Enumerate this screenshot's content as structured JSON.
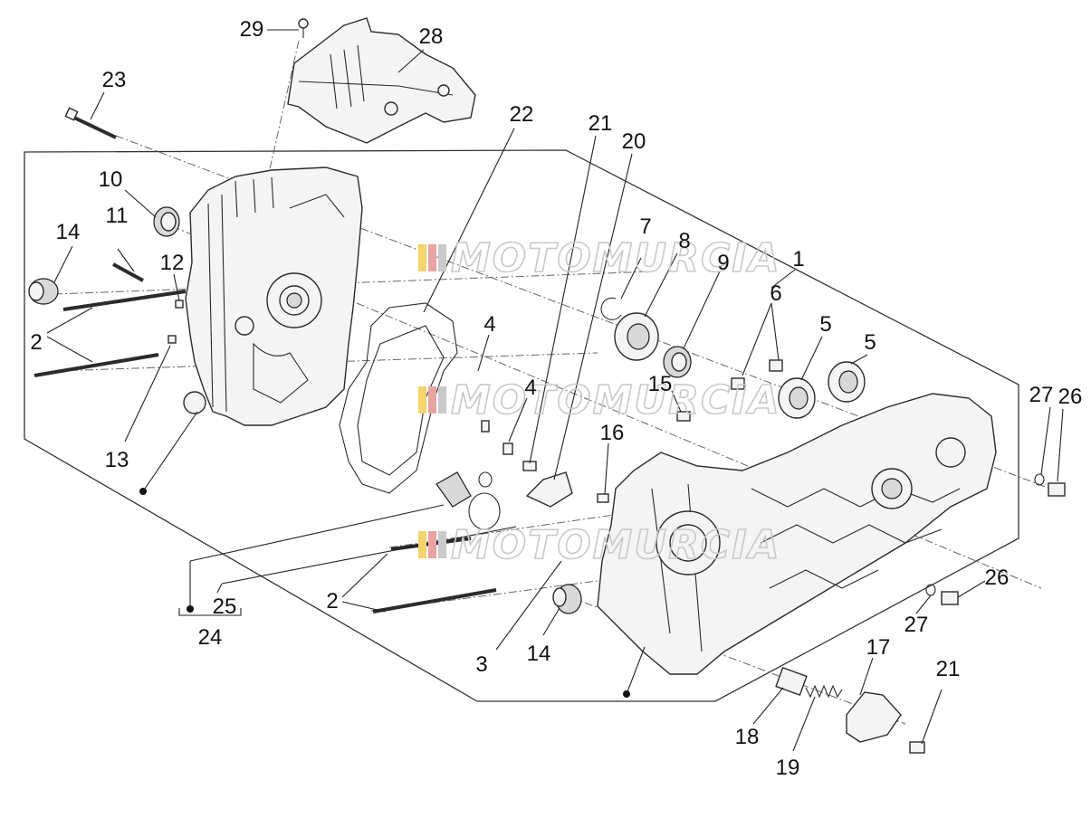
{
  "watermark": {
    "text": "MOTOMURCIA",
    "colors": [
      "#f3d36b",
      "#e9a3a3",
      "#c9c9c9"
    ]
  },
  "callouts": [
    {
      "id": "c1",
      "label": "1"
    },
    {
      "id": "c2a",
      "label": "2"
    },
    {
      "id": "c2b",
      "label": "2"
    },
    {
      "id": "c3",
      "label": "3"
    },
    {
      "id": "c4a",
      "label": "4"
    },
    {
      "id": "c4b",
      "label": "4"
    },
    {
      "id": "c5a",
      "label": "5"
    },
    {
      "id": "c5b",
      "label": "5"
    },
    {
      "id": "c6",
      "label": "6"
    },
    {
      "id": "c7",
      "label": "7"
    },
    {
      "id": "c8",
      "label": "8"
    },
    {
      "id": "c9",
      "label": "9"
    },
    {
      "id": "c10",
      "label": "10"
    },
    {
      "id": "c11",
      "label": "11"
    },
    {
      "id": "c12",
      "label": "12"
    },
    {
      "id": "c13",
      "label": "13"
    },
    {
      "id": "c14a",
      "label": "14"
    },
    {
      "id": "c14b",
      "label": "14"
    },
    {
      "id": "c15",
      "label": "15"
    },
    {
      "id": "c16",
      "label": "16"
    },
    {
      "id": "c17",
      "label": "17"
    },
    {
      "id": "c18",
      "label": "18"
    },
    {
      "id": "c19",
      "label": "19"
    },
    {
      "id": "c20",
      "label": "20"
    },
    {
      "id": "c21a",
      "label": "21"
    },
    {
      "id": "c21b",
      "label": "21"
    },
    {
      "id": "c22",
      "label": "22"
    },
    {
      "id": "c23",
      "label": "23"
    },
    {
      "id": "c24",
      "label": "24"
    },
    {
      "id": "c25",
      "label": "25"
    },
    {
      "id": "c26a",
      "label": "26"
    },
    {
      "id": "c26b",
      "label": "26"
    },
    {
      "id": "c27a",
      "label": "27"
    },
    {
      "id": "c27b",
      "label": "27"
    },
    {
      "id": "c28",
      "label": "28"
    },
    {
      "id": "c29",
      "label": "29"
    }
  ]
}
